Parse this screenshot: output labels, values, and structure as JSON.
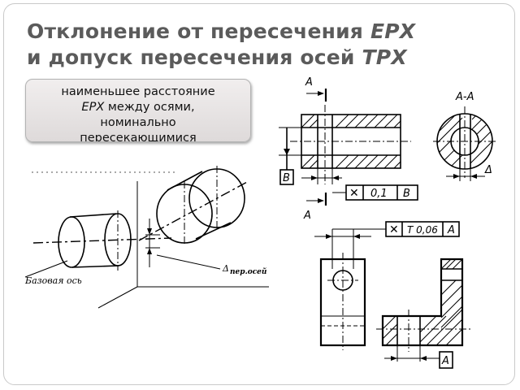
{
  "slide": {
    "title_line1_prefix": "Отклонение от пересечения ",
    "title_line1_abbr": "EPX",
    "title_line2_prefix": "и допуск пересечения осей ",
    "title_line2_abbr": "TPX"
  },
  "callout": {
    "line1": "наименьшее расстояние",
    "abbr": "EPX",
    "line2_rest": " между осями,",
    "line3": "номинально",
    "line4": "пересекающимися"
  },
  "left_figure": {
    "base_axis_label": "Базовая ось",
    "delta_symbol": "Δ",
    "delta_subscript": "пер.осей"
  },
  "top_drawing": {
    "section_mark_top": "А",
    "section_mark_bottom": "А",
    "section_label": "А-А",
    "datum_box": "В",
    "frame_symbol": "✕",
    "frame_tolerance": "0,1",
    "frame_datum": "В",
    "delta_label": "Δ"
  },
  "bottom_drawing": {
    "frame_symbol": "✕",
    "frame_tolerance": "T 0,06",
    "frame_datum": "А",
    "datum_box": "А"
  }
}
